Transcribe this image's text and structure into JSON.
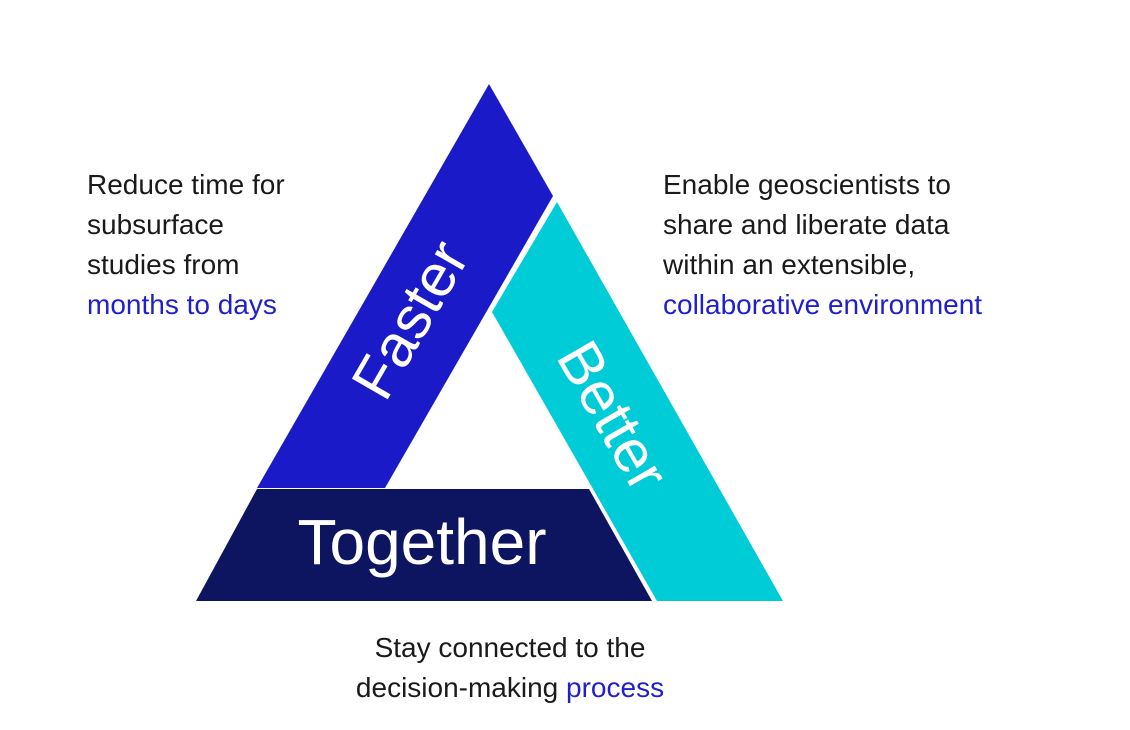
{
  "colors": {
    "faster": "#1a1ac8",
    "better": "#00ccd8",
    "together": "#0d1560",
    "accent_text": "#1f1fcc",
    "body_text": "#1a1a1a"
  },
  "segments": {
    "faster": "Faster",
    "better": "Better",
    "together": "Together"
  },
  "captions": {
    "faster": {
      "lines": [
        "Reduce time for",
        "subsurface",
        "studies from"
      ],
      "highlight": "months to days"
    },
    "better": {
      "lines": [
        "Enable geoscientists to",
        "share and liberate data",
        "within an extensible,"
      ],
      "highlight": "collaborative environment"
    },
    "together": {
      "line1": "Stay connected to the",
      "line2_plain": "decision-making ",
      "line2_highlight": "process"
    }
  }
}
